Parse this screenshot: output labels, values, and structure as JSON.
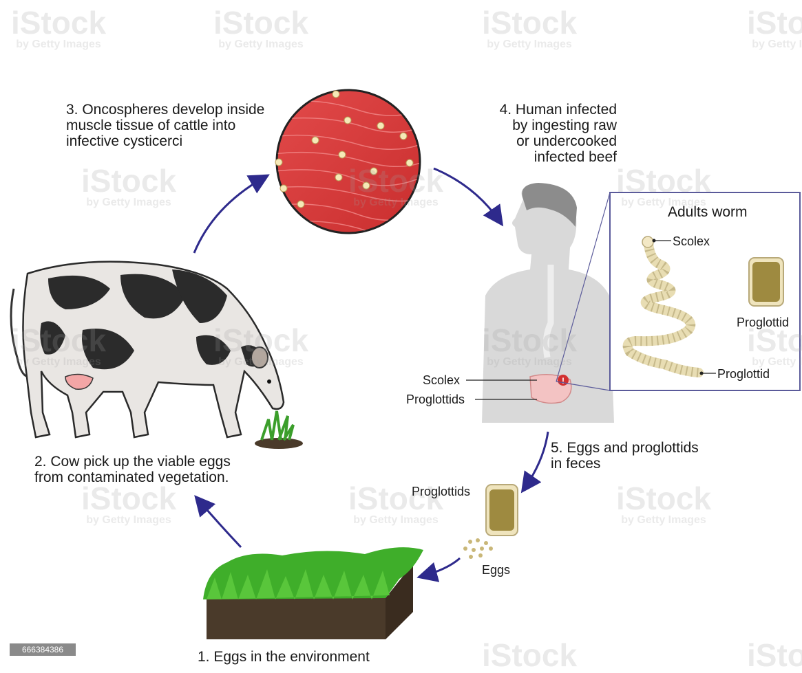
{
  "steps": {
    "step1": "1. Eggs in the environment",
    "step2_line1": "2. Cow pick up the viable eggs",
    "step2_line2": "from contaminated vegetation.",
    "step3_line1": "3. Oncospheres develop inside",
    "step3_line2": "muscle tissue of cattle into",
    "step3_line3": "infective cysticerci",
    "step4_line1": "4. Human infected",
    "step4_line2": "by ingesting raw",
    "step4_line3": "or undercooked",
    "step4_line4": "infected beef",
    "step5_line1": "5. Eggs and proglottids",
    "step5_line2": "in feces"
  },
  "labels": {
    "scolex": "Scolex",
    "proglottids": "Proglottids",
    "proglottids_feces": "Proglottids",
    "eggs": "Eggs"
  },
  "inset": {
    "title": "Adults worm",
    "scolex": "Scolex",
    "proglottid_segment": "Proglottid",
    "proglottid_tail": "Proglottid"
  },
  "watermark": {
    "brand": "iStock",
    "sub": "by Getty Images"
  },
  "stock_id": "666384386",
  "colors": {
    "arrow": "#2e2a8c",
    "muscle": "#d63a3a",
    "grass": "#3fae2a",
    "soil": "#4a3a2a",
    "worm": "#efe4bd",
    "human": "#d6d6d6",
    "inset_border": "#5a5a9a"
  }
}
